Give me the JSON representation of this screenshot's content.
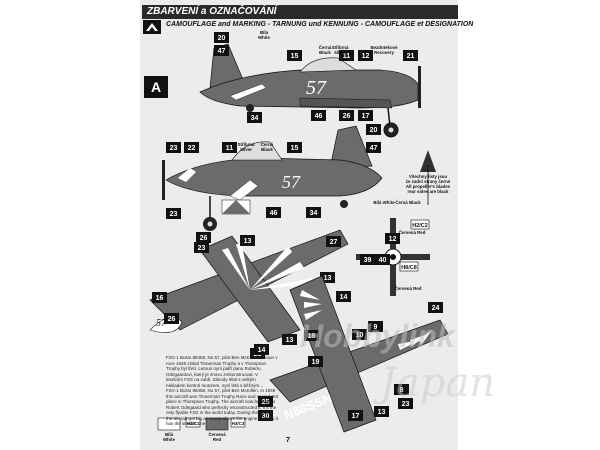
{
  "header": {
    "title": "ZBARVENÍ a OZNAČOVÁNÍ",
    "subtitle": "CAMOUFLAGE and MARKING - TARNUNG und KENNUNG - CAMOUFLAGE et DESIGNATION"
  },
  "profile_label": "A",
  "side_view": {
    "race_number": "57",
    "callouts": [
      "20",
      "47",
      "15",
      "11",
      "12",
      "21",
      "34",
      "46",
      "26",
      "17",
      "20"
    ],
    "labels": {
      "bila": "Bílá",
      "white": "White",
      "cerna": "Černá",
      "black": "Black",
      "stribrna": "Stříbrná",
      "silver": "Silver",
      "bezdoteku": "Bezdotekové",
      "recovery": "Recovery"
    }
  },
  "side_view_2": {
    "race_number": "57",
    "callouts": [
      "23",
      "22",
      "11",
      "15",
      "47",
      "23",
      "26",
      "46",
      "34"
    ]
  },
  "prop_view": {
    "note_lines": [
      "Všechny listy jsou",
      "ze zadní strany černé",
      "All propeller's blades",
      "rear sides are black"
    ],
    "callouts": [
      "12",
      "39",
      "40",
      "H2/C2",
      "H8/C8"
    ],
    "labels": {
      "bila_white": "Bílá White",
      "cerna_black": "Černá Black",
      "cervena_red": "Červená Red"
    }
  },
  "top_view": {
    "callouts": [
      "23",
      "13",
      "27",
      "16",
      "26",
      "14",
      "13",
      "21"
    ],
    "mini_number": "57"
  },
  "bottom_view": {
    "registration": "N88SSN",
    "callouts": [
      "14",
      "13",
      "19",
      "18",
      "10",
      "9",
      "8",
      "23",
      "24",
      "25",
      "30",
      "17",
      "13"
    ]
  },
  "text_blocks": [
    {
      "lines": [
        "F2G-1 BuNo 88458, No 57, pilot Ben McKillen. Letoun v",
        "roce 1949 získal Tinnerman Trophy a v Thompson",
        "Trophy byl třetí. Letoun nyní patří panu Robertu",
        "Odegaardovi, který je znovu zrekonstruoval. V",
        "letošním F2G na sobě. Závody létal s velkým",
        "nákladem kontrol motorem, nyní létá s běžným..."
      ]
    },
    {
      "lines": [
        "F2G-1 BuNo 88458, No 57, pilot Ben McKillen. In 1949",
        "this aircraft won Tinnerman Trophy Race and scored 3rd",
        "place in Thompson Trophy. The aircraft now belongs to",
        "Robert Odegaard who perfectly reconstructed it. It's the",
        "only flyable F2G in the world today. During the racing",
        "the aircraft got big air scoop above the engine but now it",
        "has the smaller one."
      ]
    }
  ],
  "legend": [
    {
      "swatch": "#ffffff",
      "code": "",
      "label1": "Bílá",
      "label2": "White"
    },
    {
      "swatch": "#ffffff",
      "code": "H1/C1",
      "label1": "",
      "label2": ""
    },
    {
      "swatch": "#6b6b6b",
      "code": "H3/C3",
      "label1": "Červená",
      "label2": "Red"
    }
  ],
  "page_number": "7",
  "watermark": "Hobbylink",
  "watermark2": "Japan",
  "colors": {
    "aircraft_red": "#6b6b6b",
    "black": "#111111",
    "white": "#ffffff"
  }
}
